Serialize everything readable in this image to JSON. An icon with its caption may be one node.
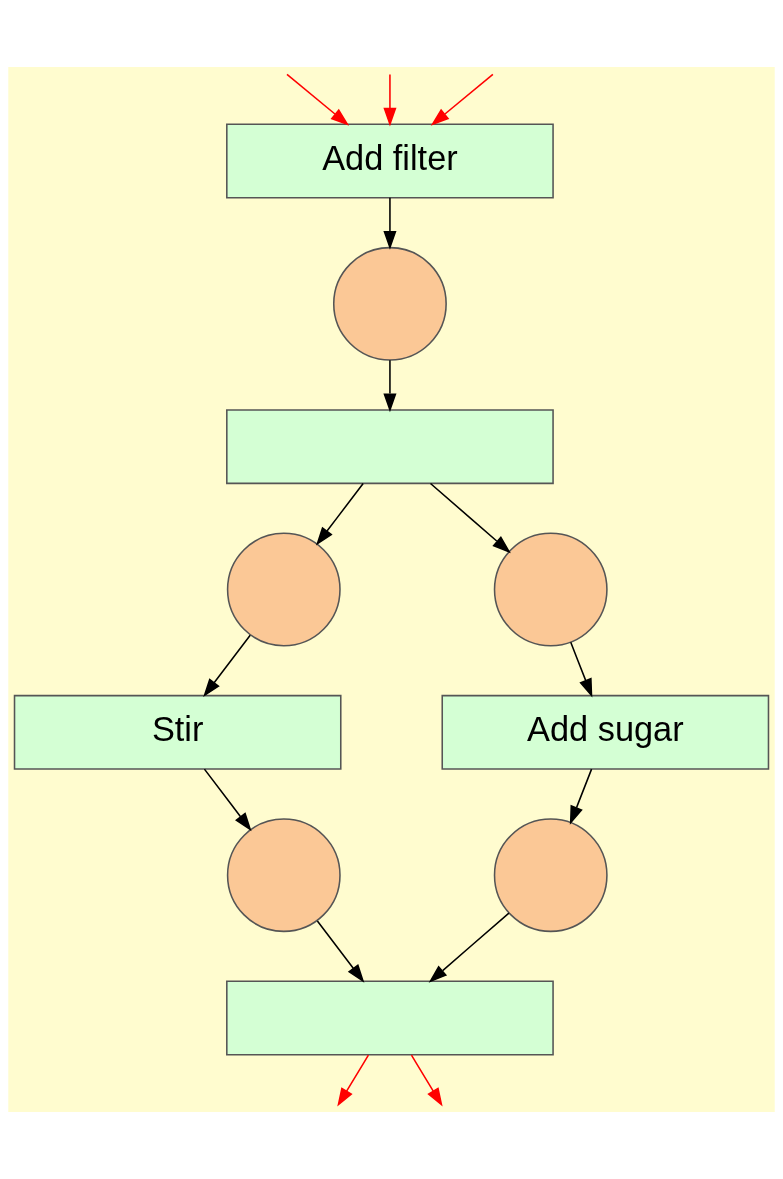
{
  "diagram": {
    "nodes": [
      {
        "text": [
          "Add filter"
        ]
      },
      {
        "text": [],
        "shape": "circle"
      },
      {
        "text": [],
        "shape": "box"
      },
      {
        "text": [],
        "shape": "circle"
      },
      {
        "text": [],
        "shape": "circle"
      },
      {
        "text": [
          "Stir"
        ]
      },
      {
        "text": [
          "Add sugar"
        ]
      },
      {
        "text": [],
        "shape": "circle"
      },
      {
        "text": [],
        "shape": "circle"
      },
      {
        "text": [],
        "shape": "box"
      }
    ],
    "edges": [
      {
        "from": null,
        "to": 0,
        "arrow": "to",
        "color": "#ff0000"
      },
      {
        "from": null,
        "to": 0,
        "arrow": "to",
        "color": "#ff0000"
      },
      {
        "from": null,
        "to": 0,
        "arrow": "to",
        "color": "#ff0000"
      },
      {
        "from": 0,
        "to": 1,
        "arrow": "to"
      },
      {
        "from": 1,
        "to": 2,
        "arrow": "to"
      },
      {
        "from": 2,
        "to": 3,
        "arrow": "to"
      },
      {
        "from": 2,
        "to": 4,
        "arrow": "to"
      },
      {
        "from": 3,
        "to": 5,
        "arrow": "to"
      },
      {
        "from": 4,
        "to": 6,
        "arrow": "to"
      },
      {
        "from": 5,
        "to": 7,
        "arrow": "to"
      },
      {
        "from": 6,
        "to": 8,
        "arrow": "to"
      },
      {
        "from": 7,
        "to": 9,
        "arrow": "to"
      },
      {
        "from": 8,
        "to": 9,
        "arrow": "to"
      },
      {
        "from": 9,
        "to": null,
        "arrow": "to",
        "color": "#ff0000"
      },
      {
        "from": 9,
        "to": null,
        "arrow": "to",
        "color": "#ff0000"
      }
    ]
  }
}
